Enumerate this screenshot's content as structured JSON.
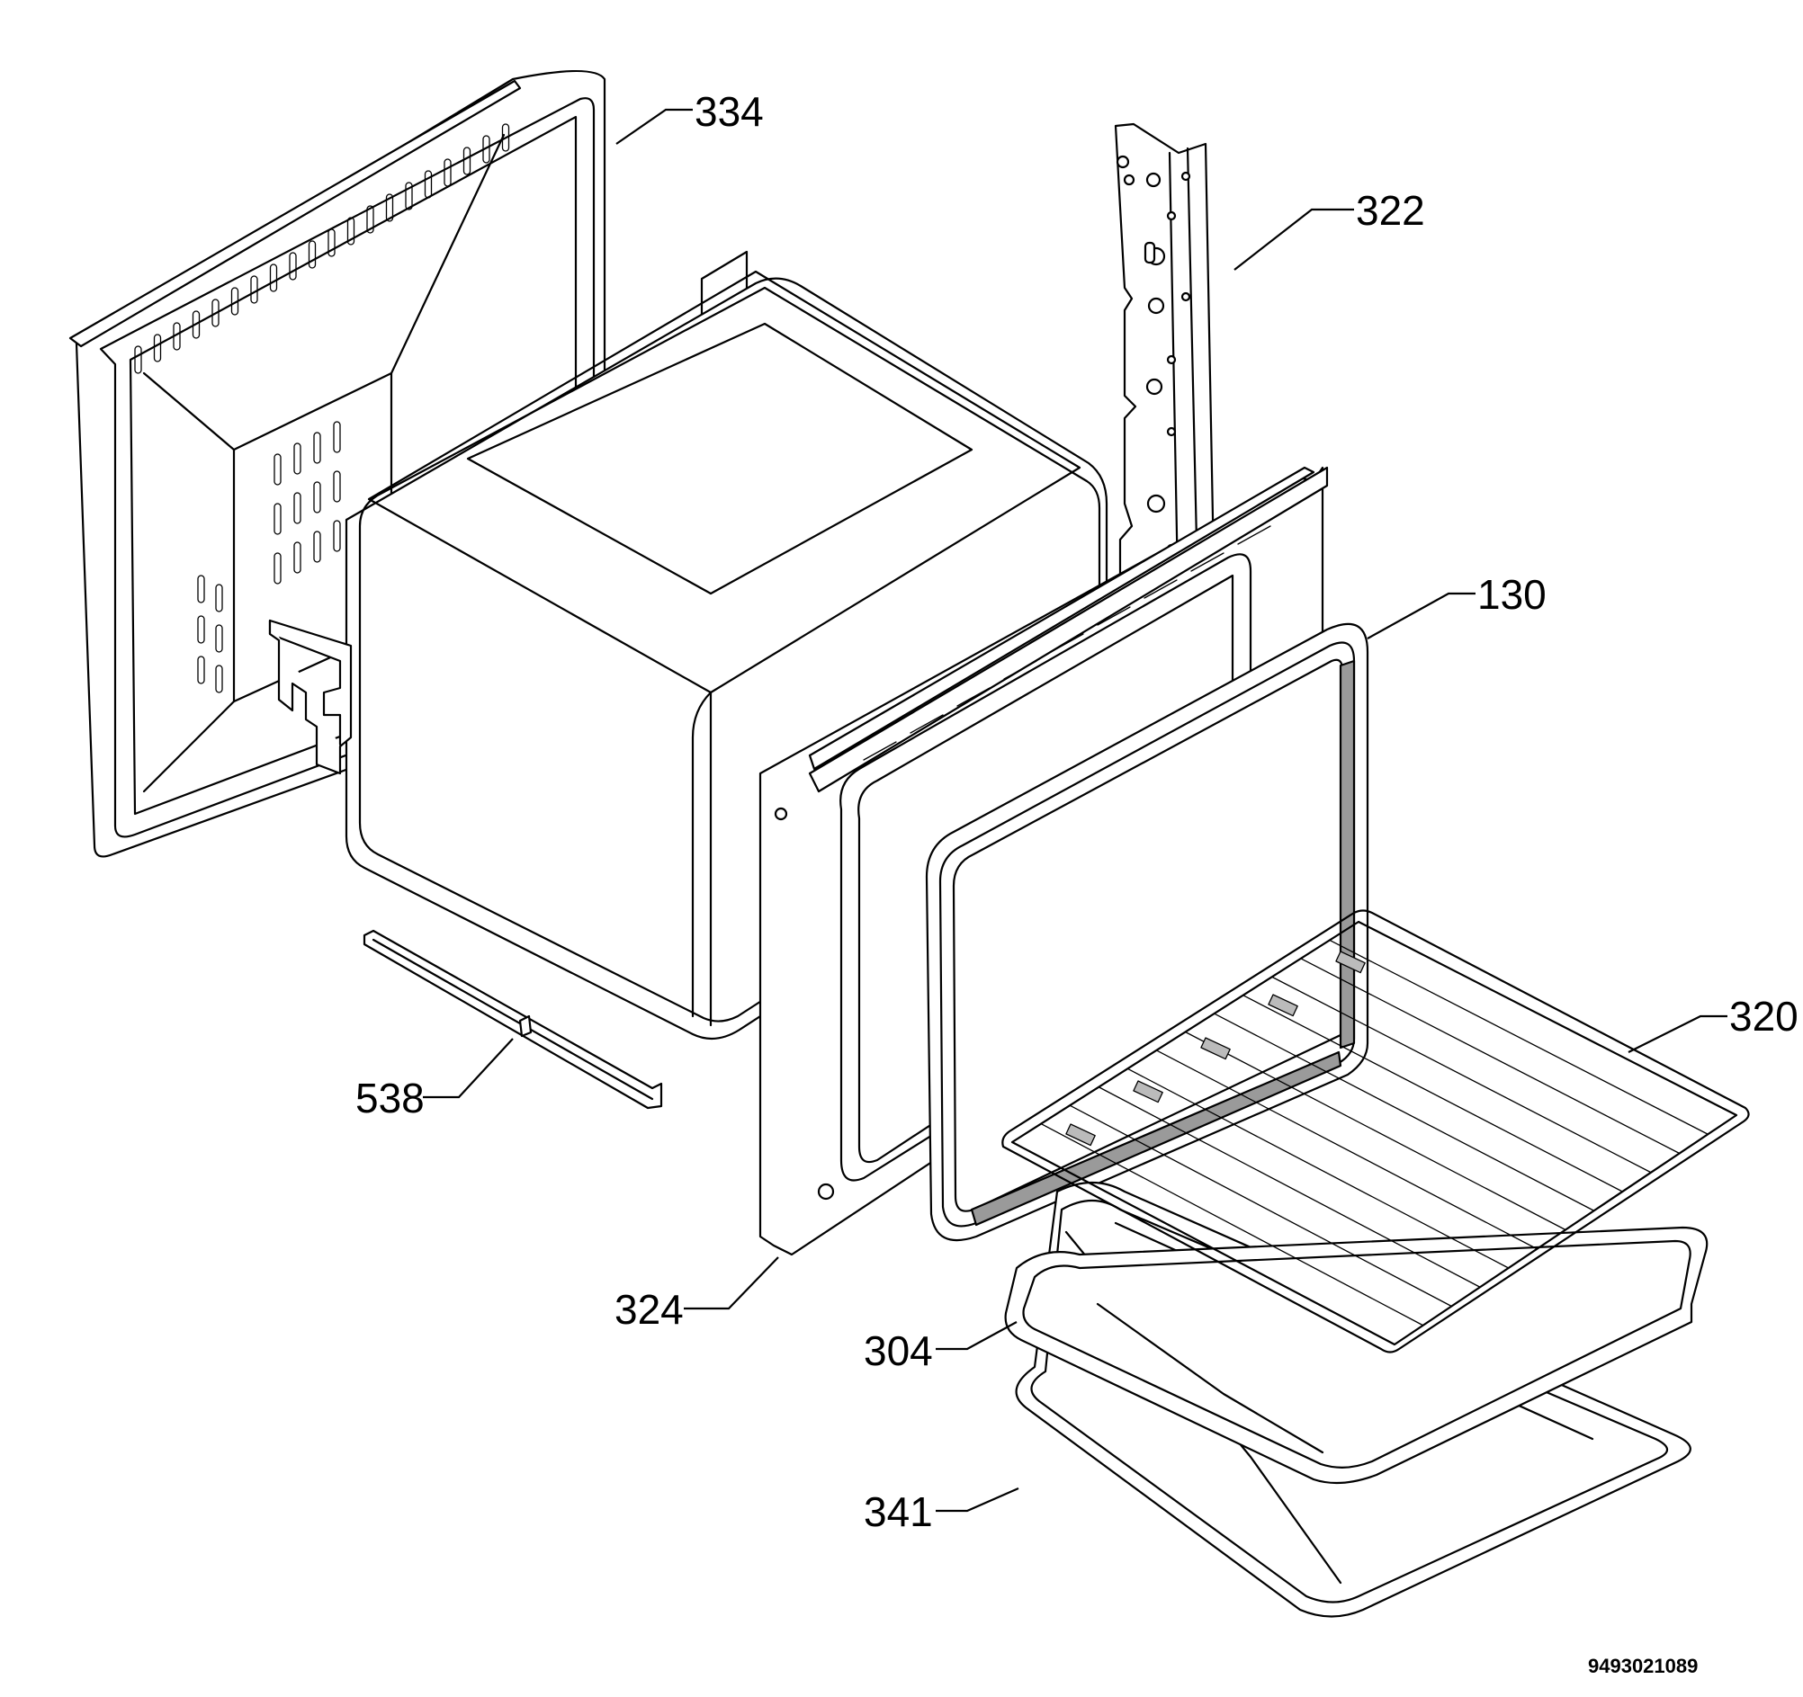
{
  "callouts": {
    "p334": "334",
    "p322": "322",
    "p130": "130",
    "p320": "320",
    "p538": "538",
    "p324": "324",
    "p304": "304",
    "p341": "341"
  },
  "document_id": "9493021089",
  "colors": {
    "line": "#000000",
    "background": "#ffffff"
  }
}
